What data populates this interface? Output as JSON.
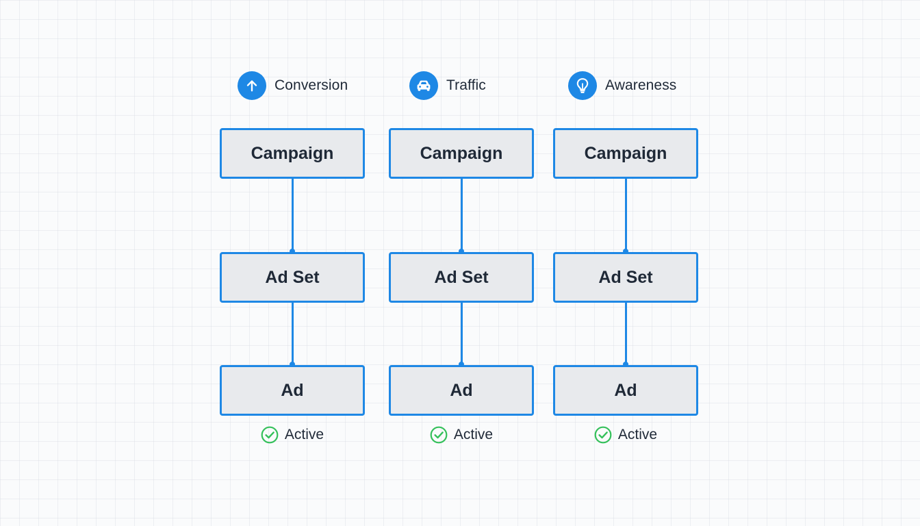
{
  "colors": {
    "accent": "#1e88e5",
    "node_fill": "#e8eaed",
    "active_green": "#34c05a",
    "text": "#1f2937"
  },
  "columns": [
    {
      "header": {
        "icon": "arrow-up-icon",
        "label": "Conversion"
      },
      "nodes": {
        "campaign": "Campaign",
        "adset": "Ad Set",
        "ad": "Ad"
      },
      "status": {
        "icon": "check-circle-icon",
        "label": "Active"
      }
    },
    {
      "header": {
        "icon": "car-icon",
        "label": "Traffic"
      },
      "nodes": {
        "campaign": "Campaign",
        "adset": "Ad Set",
        "ad": "Ad"
      },
      "status": {
        "icon": "check-circle-icon",
        "label": "Active"
      }
    },
    {
      "header": {
        "icon": "lightbulb-icon",
        "label": "Awareness"
      },
      "nodes": {
        "campaign": "Campaign",
        "adset": "Ad Set",
        "ad": "Ad"
      },
      "status": {
        "icon": "check-circle-icon",
        "label": "Active"
      }
    }
  ]
}
